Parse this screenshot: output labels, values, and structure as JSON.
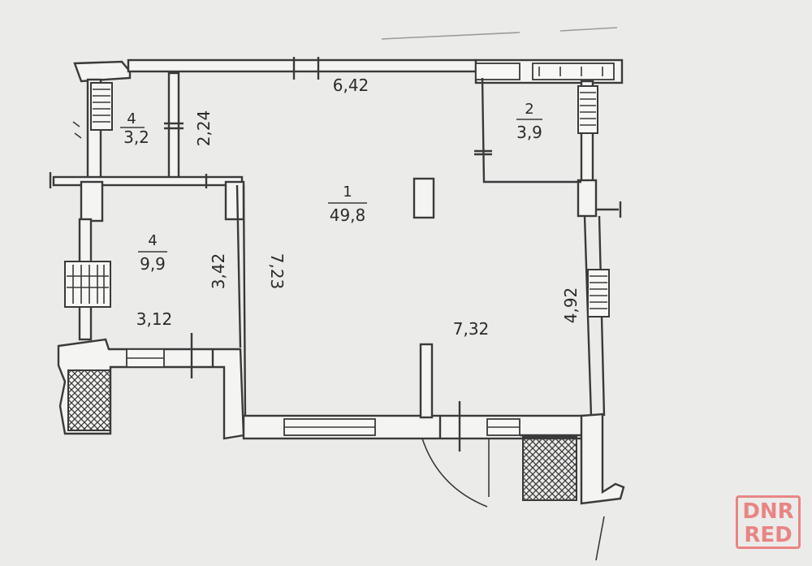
{
  "plan": {
    "rooms": [
      {
        "number": "1",
        "area": "49,8"
      },
      {
        "number": "2",
        "area": "3,9"
      },
      {
        "number": "4",
        "area": "3,2"
      },
      {
        "number": "4",
        "area": "9,9"
      }
    ],
    "dimensions": {
      "top": "6,42",
      "room4_small": "2,24",
      "room4_large_height": "3,42",
      "main_height": "7,23",
      "room4_large_width": "3,12",
      "main_width": "7,32",
      "right_wall": "4,92"
    }
  },
  "watermark": {
    "line1": "DNR",
    "line2": "RED"
  }
}
